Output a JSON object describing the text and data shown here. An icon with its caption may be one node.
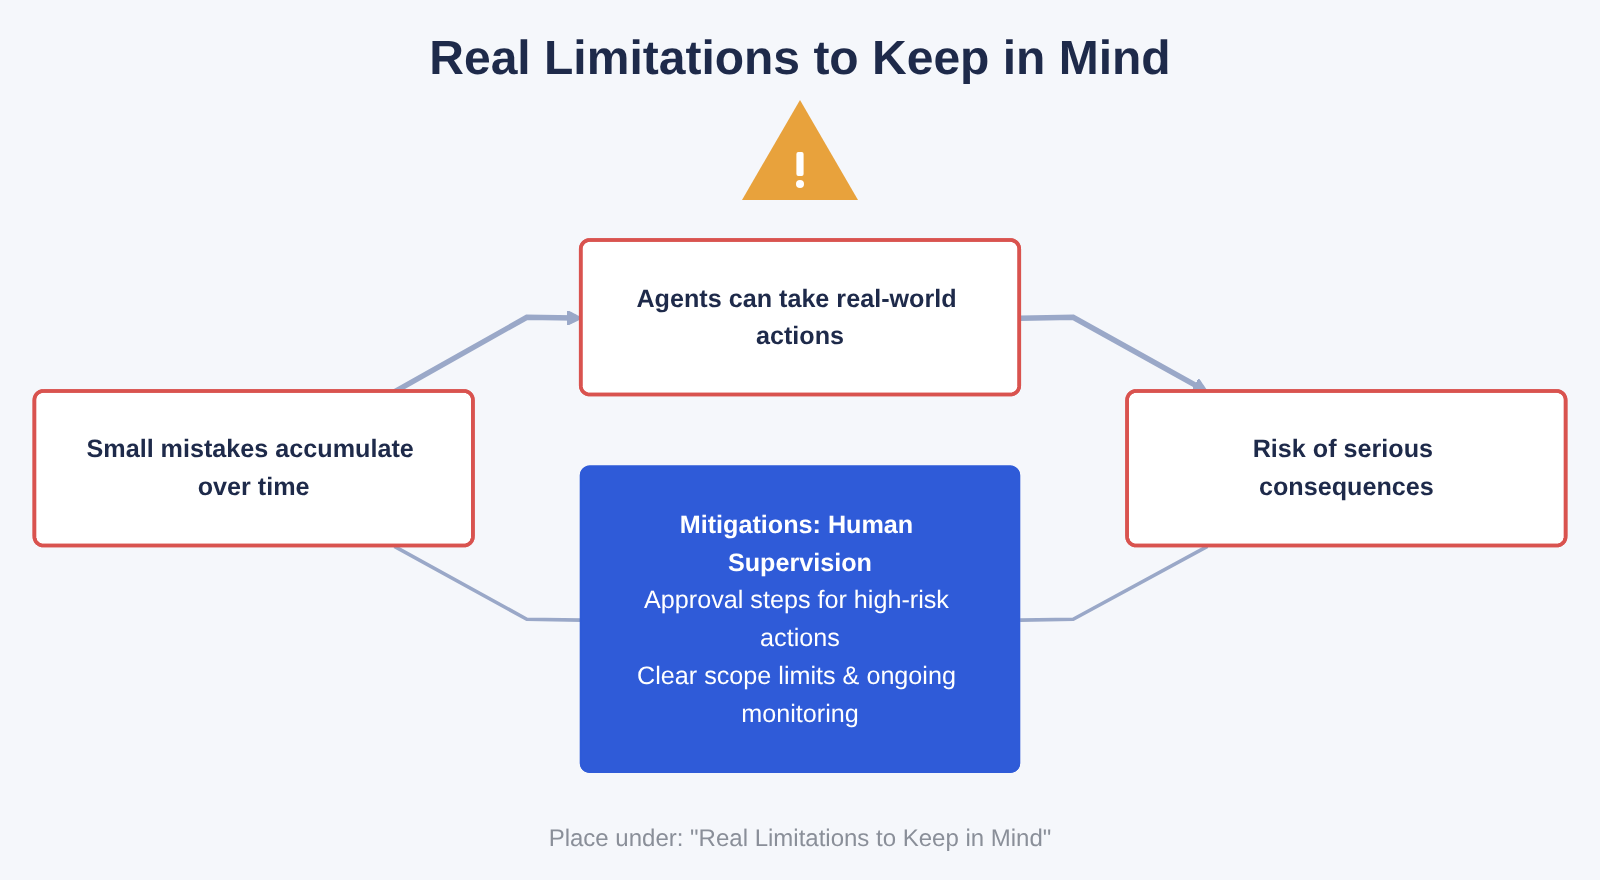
{
  "diagram": {
    "title": "Real Limitations to Keep in Mind",
    "nodes": [
      {
        "text": [
          "Small mistakes accumulate over time"
        ]
      },
      {
        "text": [
          "Agents can take real-world actions"
        ]
      },
      {
        "text": [
          "Risk of serious consequences"
        ]
      },
      {
        "text": [
          "Mitigations: Human Supervision",
          "Approval steps for high-risk actions",
          "Clear scope limits & ongoing monitoring"
        ]
      }
    ],
    "edges": [
      {
        "from": 0,
        "to": 1,
        "arrow": "to"
      },
      {
        "from": 1,
        "to": 2,
        "arrow": "to"
      },
      {
        "from": 0,
        "to": 3,
        "arrow": "none"
      },
      {
        "from": 3,
        "to": 2,
        "arrow": "none"
      }
    ],
    "caption": "Place under: \"Real Limitations to Keep in Mind\""
  }
}
